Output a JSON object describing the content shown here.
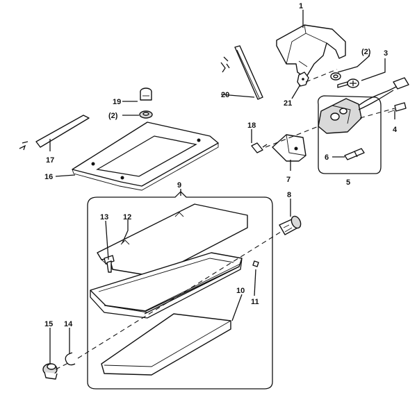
{
  "callouts": {
    "c1": "1",
    "c2a": "(2)",
    "c2b": "(2)",
    "c3": "3",
    "c4": "4",
    "c5": "5",
    "c6": "6",
    "c7": "7",
    "c8": "8",
    "c9": "9",
    "c10": "10",
    "c11": "11",
    "c12": "12",
    "c13": "13",
    "c14": "14",
    "c15": "15",
    "c16": "16",
    "c17": "17",
    "c18": "18",
    "c19": "19",
    "c20": "20",
    "c21": "21"
  }
}
